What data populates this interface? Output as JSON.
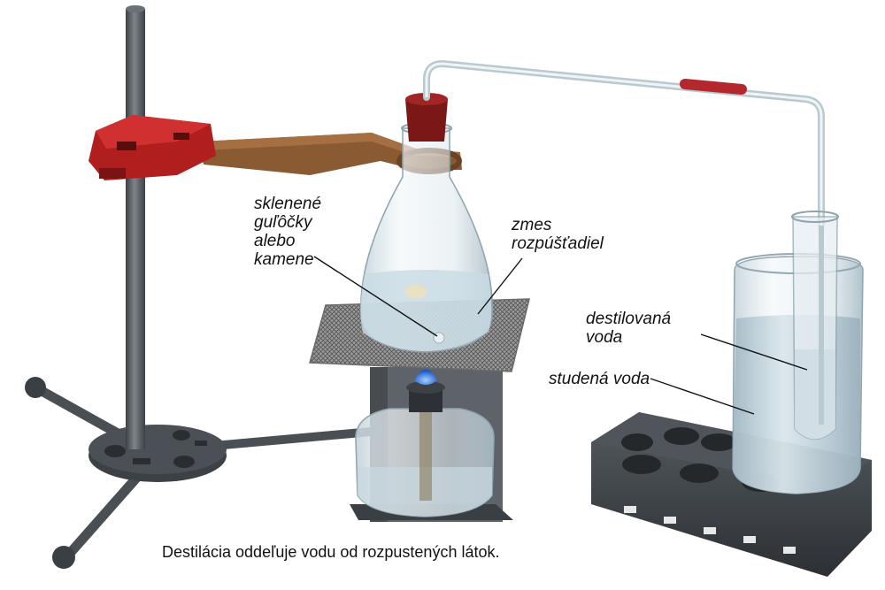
{
  "labels": {
    "glass_beads": [
      "sklenené",
      "guľôčky",
      "alebo",
      "kamene"
    ],
    "solvent_mixture": [
      "zmes",
      "rozpúšťadiel"
    ],
    "distilled_water": [
      "destilovaná",
      "voda"
    ],
    "cold_water": "studená voda"
  },
  "caption": "Destilácia oddeľuje vodu od rozpustených látok.",
  "colors": {
    "stand_metal": "#5a6066",
    "clamp_red": "#b01e1e",
    "clamp_arm": "#8a5a32",
    "stopper": "#7a1818",
    "glass": "#d8e6ec",
    "water": "#b7ccd6",
    "rack": "#3d4246",
    "gauze": "#7d7d7d",
    "flame": "#2f6fe0"
  }
}
